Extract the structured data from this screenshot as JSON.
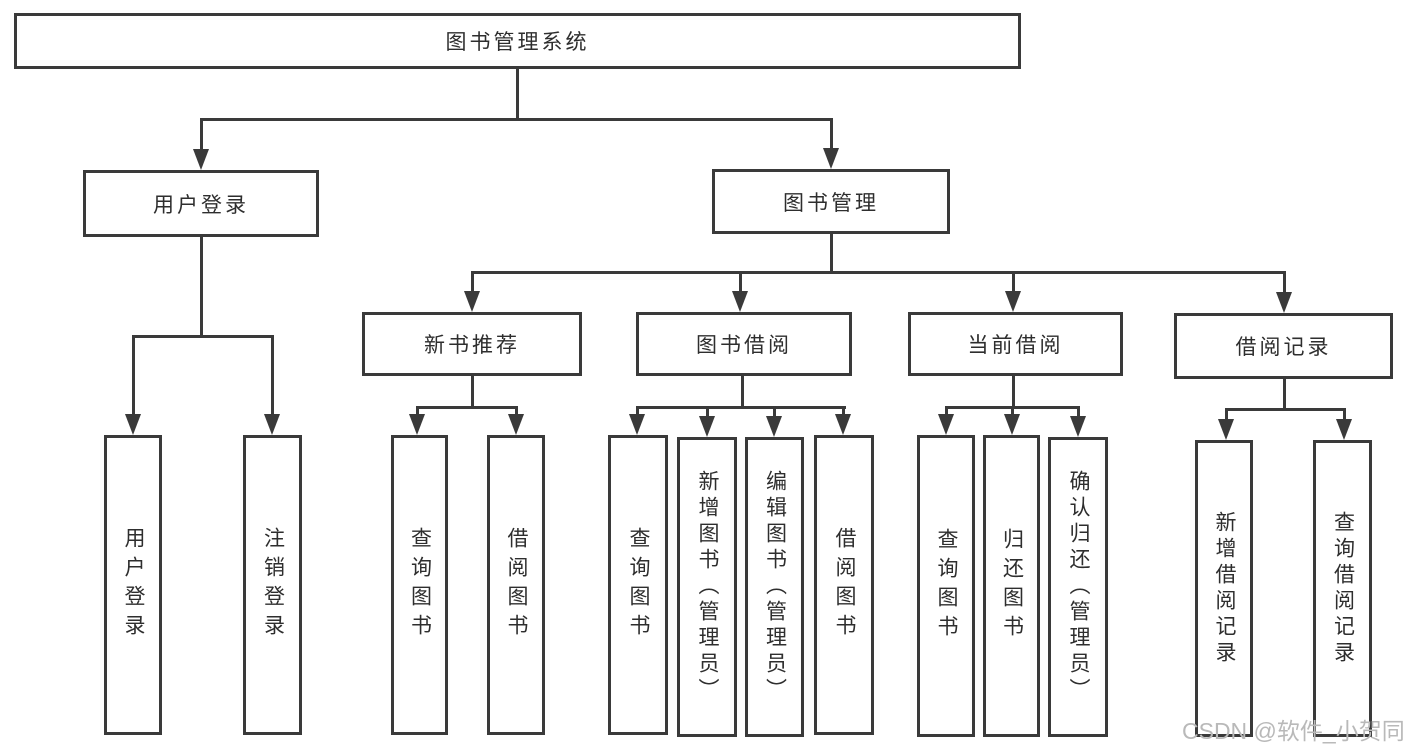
{
  "diagram": {
    "title": "图书管理系统",
    "root": {
      "label": "图书管理系统"
    },
    "level2": [
      {
        "label": "用户登录"
      },
      {
        "label": "图书管理"
      }
    ],
    "level3": [
      {
        "label": "新书推荐"
      },
      {
        "label": "图书借阅"
      },
      {
        "label": "当前借阅"
      },
      {
        "label": "借阅记录"
      }
    ],
    "leaves": [
      {
        "label": "用户登录"
      },
      {
        "label": "注销登录"
      },
      {
        "label": "查询图书"
      },
      {
        "label": "借阅图书"
      },
      {
        "label": "查询图书"
      },
      {
        "label": "新增图书（管理员）"
      },
      {
        "label": "编辑图书（管理员）"
      },
      {
        "label": "借阅图书"
      },
      {
        "label": "查询图书"
      },
      {
        "label": "归还图书"
      },
      {
        "label": "确认归还（管理员）"
      },
      {
        "label": "新增借阅记录"
      },
      {
        "label": "查询借阅记录"
      }
    ],
    "watermark": "CSDN @软件_小贺同学",
    "colors": {
      "line": "#3a3a3a",
      "text": "#2e2e2e",
      "watermark": "#b9b9b9",
      "background": "#ffffff"
    }
  }
}
